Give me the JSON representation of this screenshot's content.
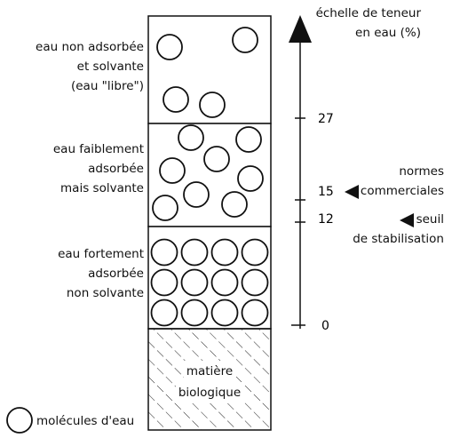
{
  "layers": [
    {
      "label": [
        "eau non adsorbée",
        "et solvante",
        "(eau \"libre\")"
      ]
    },
    {
      "label": [
        "eau faiblement",
        "adsorbée",
        "mais solvante"
      ]
    },
    {
      "label": [
        "eau fortement",
        "adsorbée",
        "non solvante"
      ]
    },
    {
      "label": [
        "matière",
        "biologique"
      ]
    }
  ],
  "scale": {
    "title": [
      "échelle de teneur",
      "en eau (%)"
    ],
    "ticks": [
      "27",
      "15",
      "12",
      "0"
    ]
  },
  "markers": {
    "commercial": [
      "normes",
      "commerciales"
    ],
    "stabilisation": [
      "seuil",
      "de stabilisation"
    ]
  },
  "legend": {
    "label": "molécules d'eau"
  }
}
